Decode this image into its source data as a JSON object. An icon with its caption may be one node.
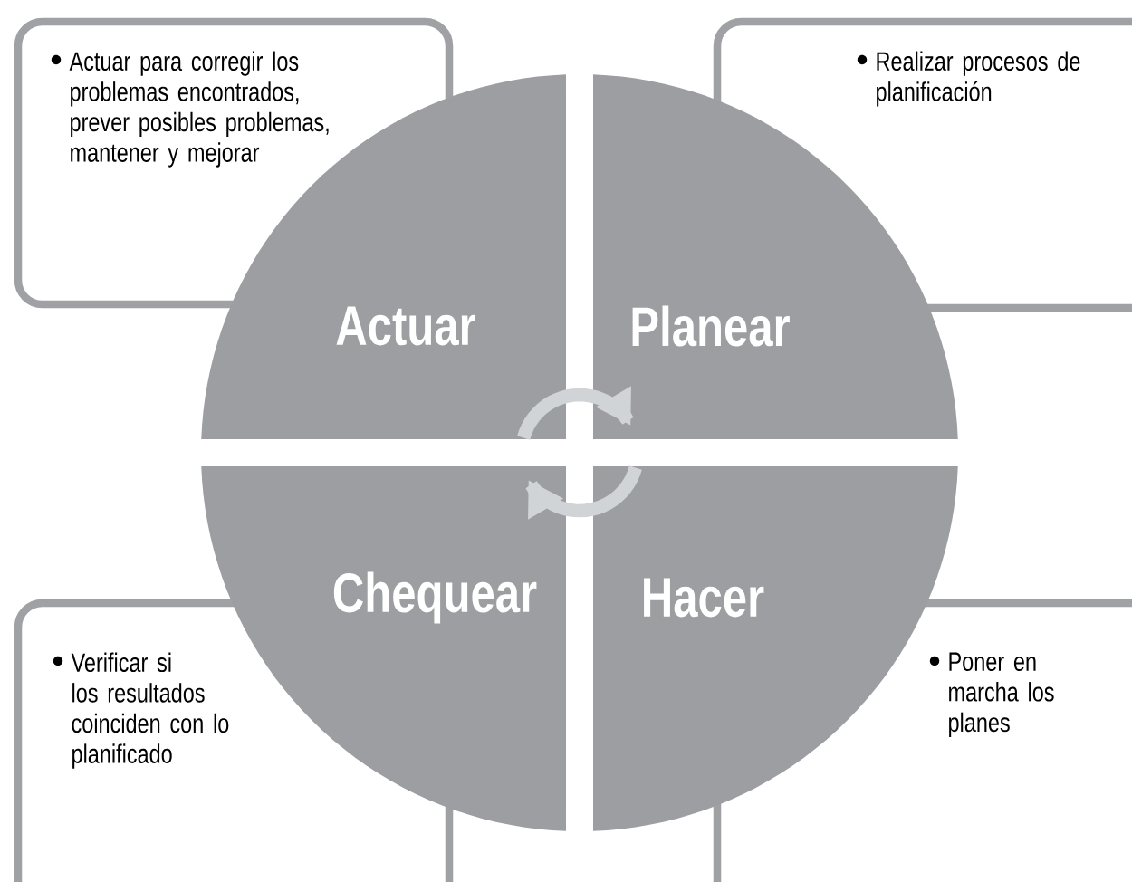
{
  "diagram": {
    "nodes": [
      {
        "text": [
          "Actuar para corregir los problemas encontrados, prever posibles problemas, mantener y mejorar"
        ]
      },
      {
        "text": [
          "Actuar"
        ]
      },
      {
        "text": [
          "Planear"
        ]
      },
      {
        "text": [
          "Realizar procesos de planificación"
        ]
      },
      {
        "text": [
          "Verificar si los resultados coinciden con lo planificado"
        ]
      },
      {
        "text": [
          "Chequear"
        ]
      },
      {
        "text": [
          "Hacer"
        ]
      },
      {
        "text": [
          "Poner en marcha los planes"
        ]
      }
    ]
  }
}
